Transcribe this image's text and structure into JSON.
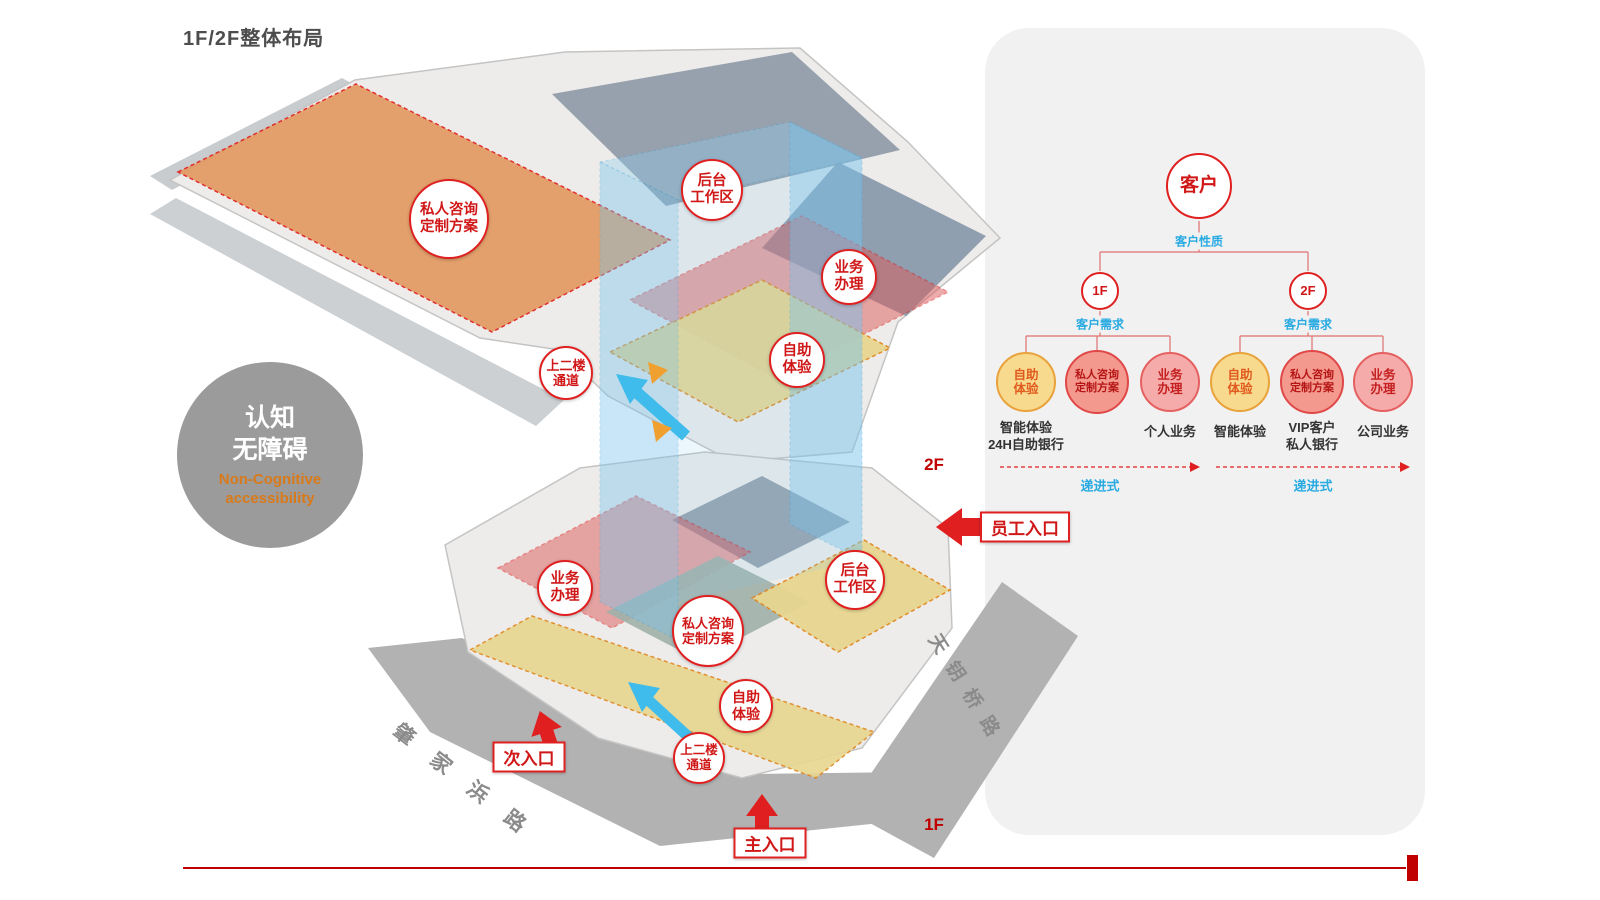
{
  "title": "1F/2F整体布局",
  "badge": {
    "title": "认知\n无障碍",
    "subtitle": "Non-Cognitive\naccessibility"
  },
  "plan": {
    "floor2_label": "2F",
    "floor1_label": "1F",
    "streets": {
      "left": "肇 家 浜 路",
      "right": "天 钥 桥 路"
    },
    "zones2f": {
      "consult": "私人咨询\n定制方案",
      "backoffice": "后台\n工作区",
      "business": "业务\n办理",
      "selfservice": "自助\n体验",
      "stairs": "上二楼\n通道"
    },
    "zones1f": {
      "business": "业务\n办理",
      "backoffice": "后台\n工作区",
      "consult": "私人咨询\n定制方案",
      "selfservice": "自助\n体验",
      "stairs": "上二楼\n通道"
    },
    "entrances": {
      "staff": "员工入口",
      "secondary": "次入口",
      "main": "主入口"
    }
  },
  "flowchart": {
    "root": "客户",
    "root_branch": "客户性质",
    "need_label": "客户需求",
    "floor1": "1F",
    "floor2": "2F",
    "leaves1": [
      {
        "label": "自助\n体验",
        "caption": "智能体验\n24H自助银行"
      },
      {
        "label": "私人咨询\n定制方案",
        "caption": ""
      },
      {
        "label": "业务\n办理",
        "caption": "个人业务"
      }
    ],
    "leaves2": [
      {
        "label": "自助\n体验",
        "caption": "智能体验"
      },
      {
        "label": "私人咨询\n定制方案",
        "caption": "VIP客户\n私人银行"
      },
      {
        "label": "业务\n办理",
        "caption": "公司业务"
      }
    ],
    "progressive": "递进式"
  },
  "colors": {
    "accent_red": "#e02020",
    "blue_label": "#29abe2",
    "orange_zone": "#e49a62",
    "yellow_zone": "#e8d690",
    "red_zone": "#dd5a5a",
    "leaf_yellow": "#f8da8e",
    "leaf_red": "#f4998e",
    "leaf_pink": "#f6abab"
  }
}
